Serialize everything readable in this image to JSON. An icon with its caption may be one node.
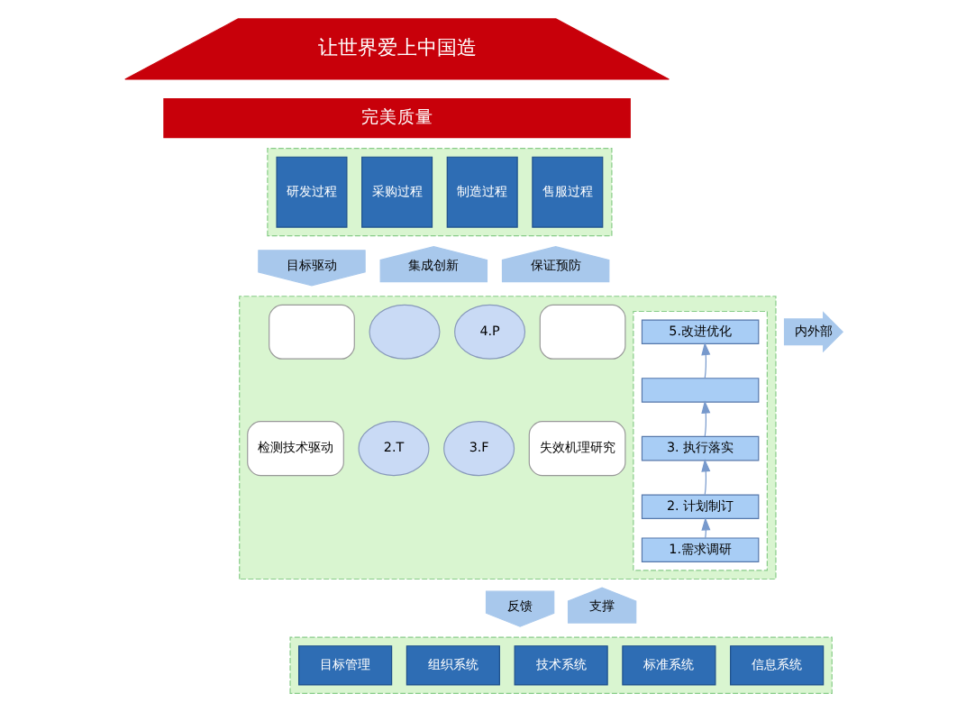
{
  "diagram": {
    "nodes": [
      {
        "text": [
          "让世界爱上中国造"
        ]
      },
      {
        "text": [
          "完美质量"
        ]
      },
      {
        "text": [],
        "shape": "box"
      },
      {
        "text": [
          "研发过程"
        ],
        "in": 2
      },
      {
        "text": [
          "采购过程"
        ],
        "in": 2
      },
      {
        "text": [
          "制造过程"
        ],
        "in": 2
      },
      {
        "text": [
          "售服过程"
        ],
        "in": 2
      },
      {
        "text": [
          "目标驱动"
        ]
      },
      {
        "text": [
          "集成创新"
        ]
      },
      {
        "text": [
          "保证预防"
        ]
      },
      {
        "text": [
          "内外部"
        ]
      },
      {
        "text": [],
        "shape": "box"
      },
      {
        "text": [],
        "shape": "box",
        "in": 11
      },
      {
        "text": [],
        "shape": "box",
        "in": 11
      },
      {
        "text": [
          "检测技术驱动"
        ],
        "in": 11
      },
      {
        "text": [
          "失效机理研究"
        ],
        "in": 11
      },
      {
        "text": [],
        "shape": "circle",
        "in": 11
      },
      {
        "text": [
          "4.P"
        ],
        "in": 11
      },
      {
        "text": [
          "2.T"
        ],
        "in": 11
      },
      {
        "text": [
          "3.F"
        ],
        "in": 11
      },
      {
        "text": [],
        "shape": "box",
        "in": 11
      },
      {
        "text": [
          "5.改进优化"
        ],
        "in": 20
      },
      {
        "text": [],
        "shape": "box",
        "in": 20
      },
      {
        "text": [
          "3. 执行落实"
        ],
        "in": 20
      },
      {
        "text": [
          "2. 计划制订"
        ],
        "in": 20
      },
      {
        "text": [
          "1.需求调研"
        ],
        "in": 20
      },
      {
        "text": [
          "反馈"
        ]
      },
      {
        "text": [
          "支撑"
        ]
      },
      {
        "text": [],
        "shape": "box"
      },
      {
        "text": [
          "目标管理"
        ],
        "in": 28
      },
      {
        "text": [
          "组织系统"
        ],
        "in": 28
      },
      {
        "text": [
          "技术系统"
        ],
        "in": 28
      },
      {
        "text": [
          "标准系统"
        ],
        "in": 28
      },
      {
        "text": [
          "信息系统"
        ],
        "in": 28
      }
    ],
    "edges": [
      {
        "from": 25,
        "to": 24,
        "arrow": "to"
      },
      {
        "from": 24,
        "to": 23,
        "arrow": "to"
      },
      {
        "from": 23,
        "to": 22,
        "arrow": "to"
      },
      {
        "from": 22,
        "to": 21,
        "arrow": "to"
      }
    ]
  }
}
